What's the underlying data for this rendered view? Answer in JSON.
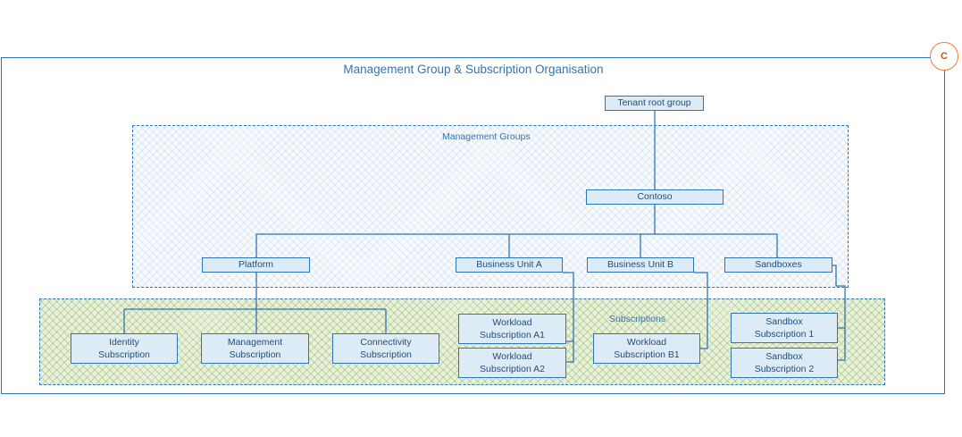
{
  "badge": "C",
  "title": "Management Group & Subscription Organisation",
  "regions": {
    "management_groups": "Management Groups",
    "subscriptions": "Subscriptions"
  },
  "nodes": {
    "tenant_root": "Tenant root group",
    "contoso": "Contoso",
    "platform": "Platform",
    "business_unit_a": "Business Unit A",
    "business_unit_b": "Business Unit B",
    "sandboxes": "Sandboxes",
    "identity_subscription": "Identity\nSubscription",
    "management_subscription": "Management\nSubscription",
    "connectivity_subscription": "Connectivity\nSubscription",
    "workload_subscription_a1": "Workload\nSubscription A1",
    "workload_subscription_a2": "Workload\nSubscription A2",
    "workload_subscription_b1": "Workload\nSubscription B1",
    "sandbox_subscription_1": "Sandbox\nSubscription 1",
    "sandbox_subscription_2": "Sandbox\nSubscription 2"
  },
  "colors": {
    "line": "#2e75b6",
    "node_fill": "#ddebf7",
    "badge": "#ed7d31"
  }
}
